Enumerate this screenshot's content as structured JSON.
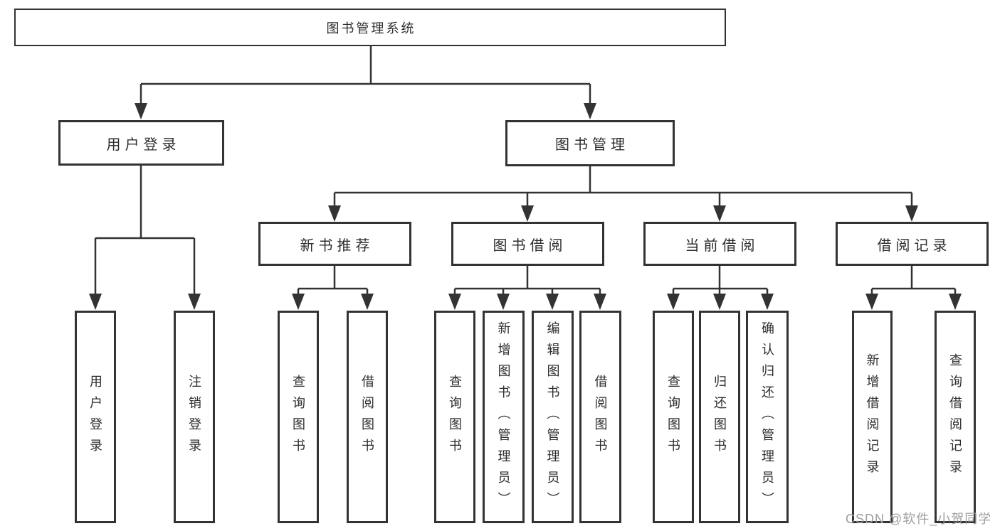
{
  "diagram_title": "图书管理系统",
  "tree": {
    "root": {
      "label": "图书管理系统",
      "children": [
        {
          "label": "用户登录",
          "children": [
            {
              "label": "用户登录"
            },
            {
              "label": "注销登录"
            }
          ]
        },
        {
          "label": "图书管理",
          "children": [
            {
              "label": "新书推荐",
              "children": [
                {
                  "label": "查询图书"
                },
                {
                  "label": "借阅图书"
                }
              ]
            },
            {
              "label": "图书借阅",
              "children": [
                {
                  "label": "查询图书"
                },
                {
                  "label": "新增图书（管理员）"
                },
                {
                  "label": "编辑图书（管理员）"
                },
                {
                  "label": "借阅图书"
                }
              ]
            },
            {
              "label": "当前借阅",
              "children": [
                {
                  "label": "查询图书"
                },
                {
                  "label": "归还图书"
                },
                {
                  "label": "确认归还（管理员）"
                }
              ]
            },
            {
              "label": "借阅记录",
              "children": [
                {
                  "label": "新增借阅记录"
                },
                {
                  "label": "查询借阅记录"
                }
              ]
            }
          ]
        }
      ]
    }
  },
  "watermark": {
    "text": "CSDN @软件_小贺同学"
  },
  "colors": {
    "line": "#333333",
    "text": "#2d2d2d",
    "background": "#ffffff",
    "watermark": "#9e9e9e"
  }
}
